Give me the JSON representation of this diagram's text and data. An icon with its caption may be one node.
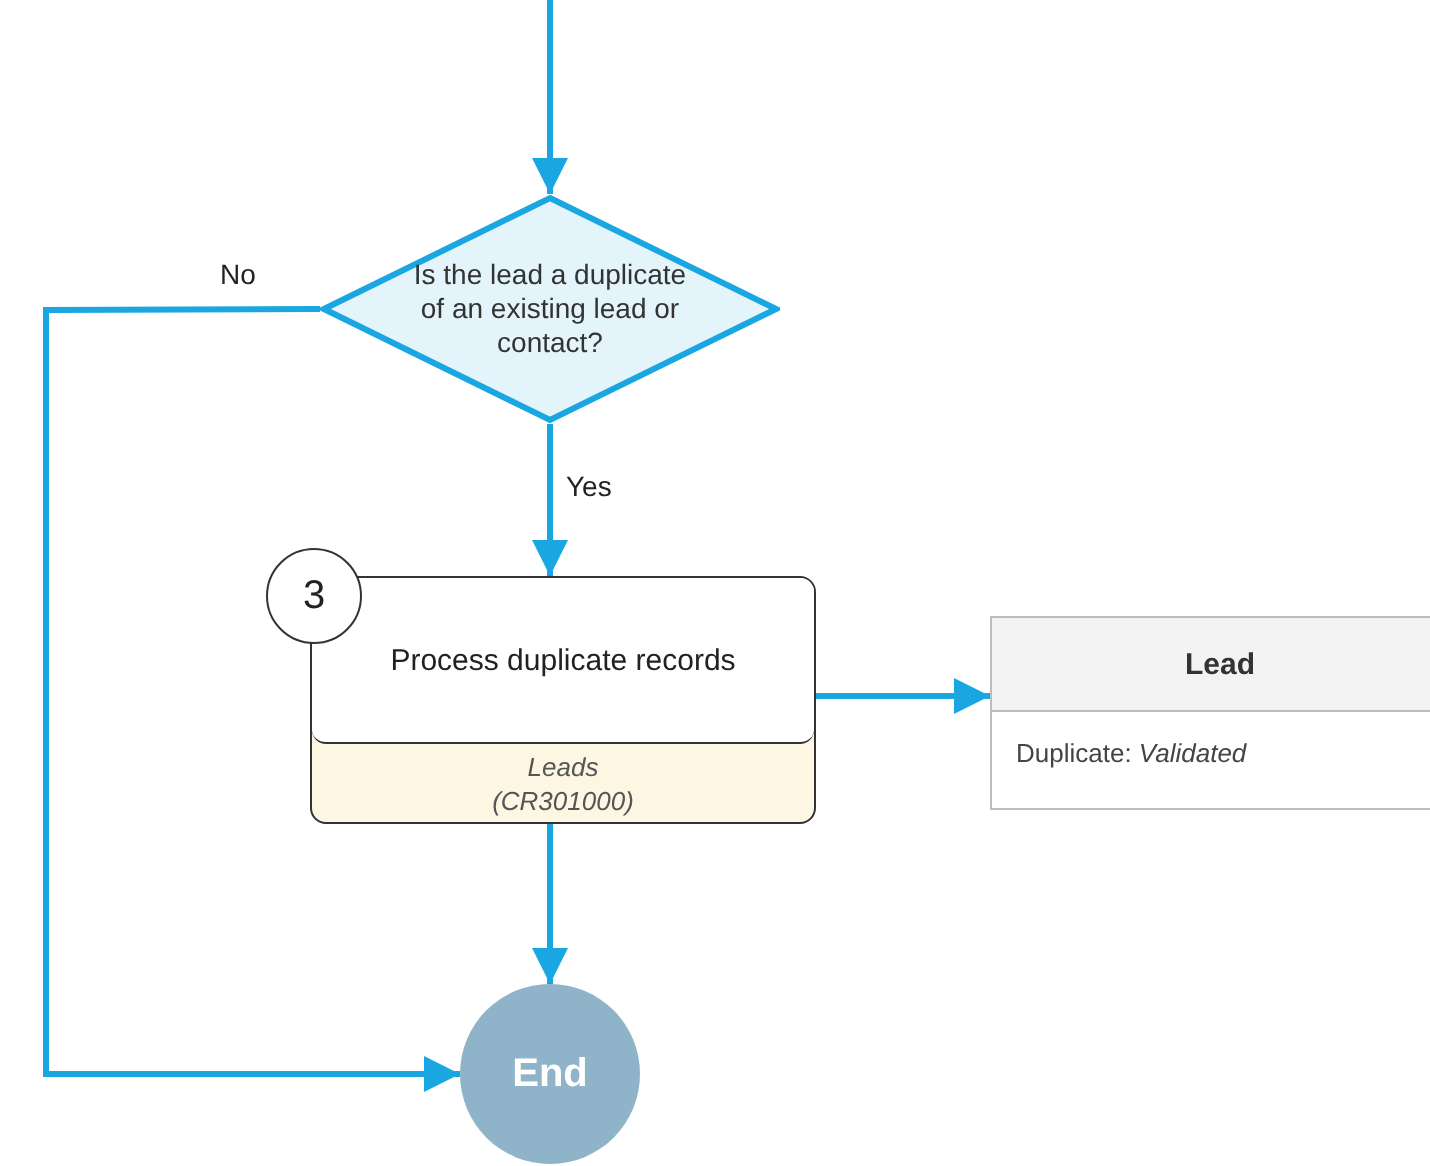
{
  "diagram": {
    "nodes": [
      {
        "text": [
          "Is the lead a duplicate of an existing lead or contact?"
        ]
      },
      {
        "text": [
          "Process duplicate records",
          "Leads (CR301000)"
        ]
      },
      {
        "text": [
          "Lead",
          "Duplicate: *Validated*"
        ]
      },
      {
        "text": [
          "End"
        ]
      }
    ],
    "edges": [
      {
        "from": null,
        "to": 0,
        "arrow": "to"
      },
      {
        "from": 0,
        "to": 1,
        "arrow": "to",
        "label": "Yes"
      },
      {
        "from": 0,
        "to": 3,
        "arrow": "to",
        "label": "No"
      },
      {
        "from": 1,
        "to": 2,
        "arrow": "to"
      },
      {
        "from": 1,
        "to": 3,
        "arrow": "to"
      }
    ],
    "labels": [
      "3"
    ]
  }
}
